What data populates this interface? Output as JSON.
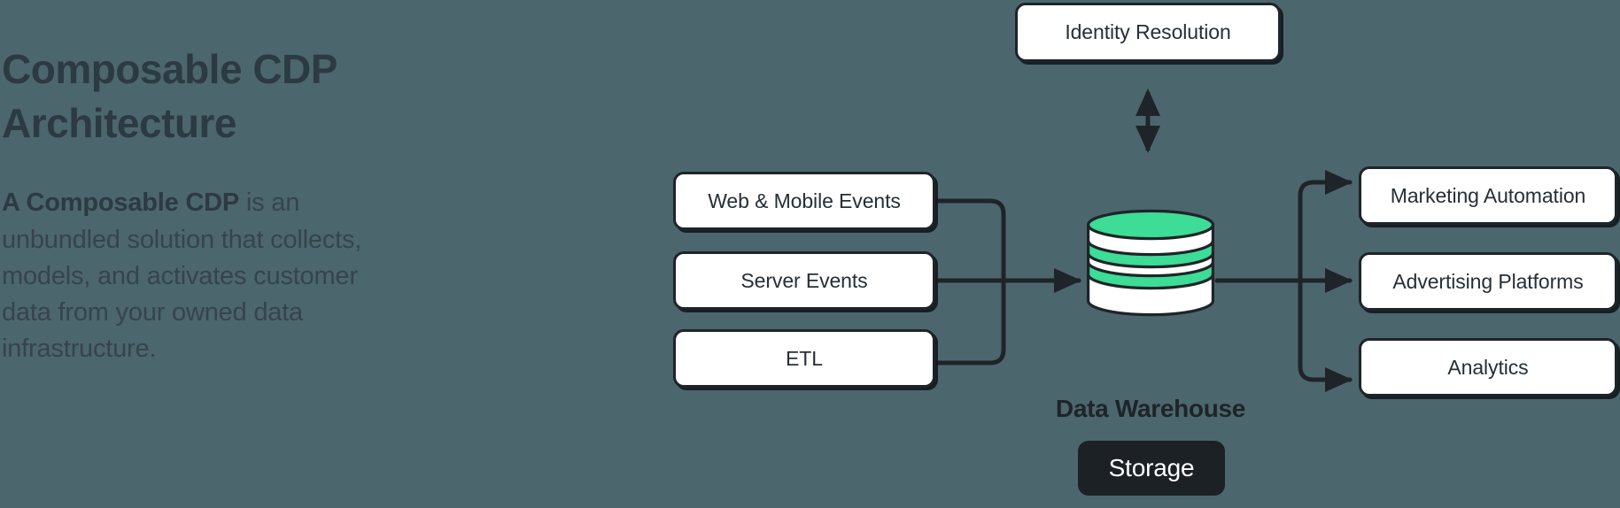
{
  "theme": {
    "background": "#4C666D",
    "ink": "#1E2429",
    "accent_green": "#3DDC97",
    "node_fill": "#FFFFFF",
    "text": "#252F36"
  },
  "intro": {
    "headline": "Composable CDP Architecture",
    "body_lead": "A Composable CDP",
    "body_rest": " is an unbundled solution that collects, models, and activates customer data from your owned data infrastructure."
  },
  "diagram": {
    "type": "flow-diagram",
    "sources": [
      {
        "id": "web-mobile-events",
        "label": "Web & Mobile Events"
      },
      {
        "id": "server-events",
        "label": "Server Events"
      },
      {
        "id": "etl",
        "label": "ETL"
      }
    ],
    "center": {
      "id": "data-warehouse",
      "label": "Data Warehouse",
      "badge": "Storage",
      "icon": "database-cylinder-icon"
    },
    "overlay": {
      "id": "identity-resolution",
      "label": "Identity Resolution",
      "connector": "bidirectional-dashed-arrow"
    },
    "destinations": [
      {
        "id": "marketing-automation",
        "label": "Marketing Automation"
      },
      {
        "id": "advertising-platforms",
        "label": "Advertising Platforms"
      },
      {
        "id": "analytics",
        "label": "Analytics"
      }
    ],
    "edges": [
      {
        "from": "web-mobile-events",
        "to": "data-warehouse",
        "style": "solid-arrow"
      },
      {
        "from": "server-events",
        "to": "data-warehouse",
        "style": "solid-arrow"
      },
      {
        "from": "etl",
        "to": "data-warehouse",
        "style": "solid-arrow"
      },
      {
        "from": "data-warehouse",
        "to": "marketing-automation",
        "style": "solid-arrow"
      },
      {
        "from": "data-warehouse",
        "to": "advertising-platforms",
        "style": "solid-arrow"
      },
      {
        "from": "data-warehouse",
        "to": "analytics",
        "style": "solid-arrow"
      },
      {
        "from": "identity-resolution",
        "to": "data-warehouse",
        "style": "dashed-double-arrow"
      }
    ]
  }
}
